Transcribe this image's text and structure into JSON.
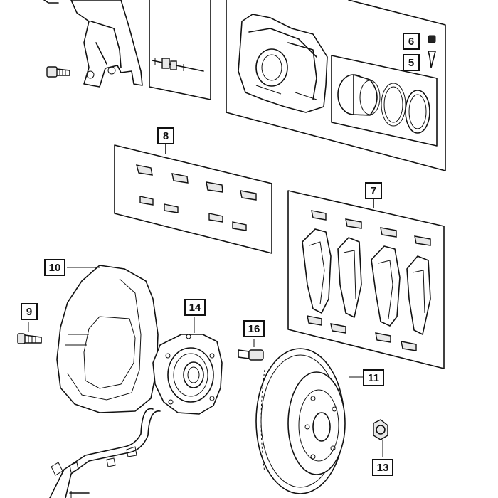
{
  "callouts": {
    "c5": "5",
    "c6": "6",
    "c7": "7",
    "c8": "8",
    "c9": "9",
    "c10": "10",
    "c11": "11",
    "c13": "13",
    "c14": "14",
    "c16": "16"
  }
}
